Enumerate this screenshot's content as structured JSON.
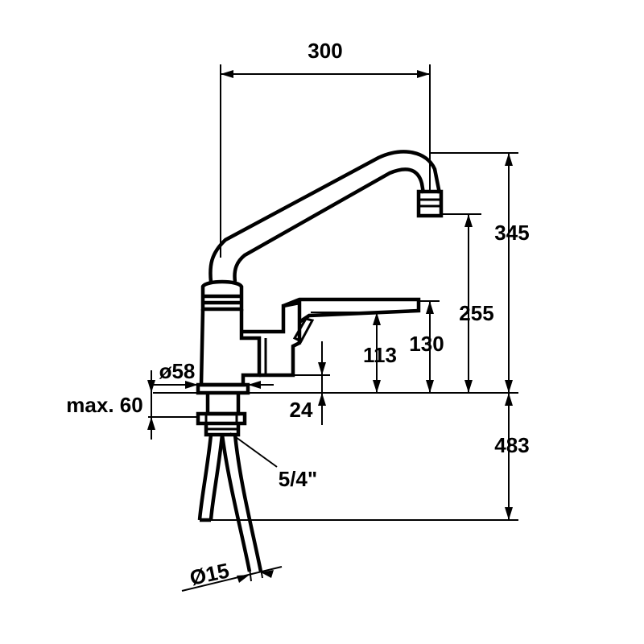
{
  "dimensions": {
    "spout_reach": "300",
    "total_height": "345",
    "outlet_height": "255",
    "lever_top_height": "130",
    "lever_bottom_height": "113",
    "base_diameter": "ø58",
    "max_counter_thickness": "max. 60",
    "base_height": "24",
    "connection_thread": "5/4\"",
    "hose_length": "483",
    "hose_diameter": "Ø15"
  },
  "colors": {
    "line": "#000000",
    "background": "#ffffff"
  }
}
